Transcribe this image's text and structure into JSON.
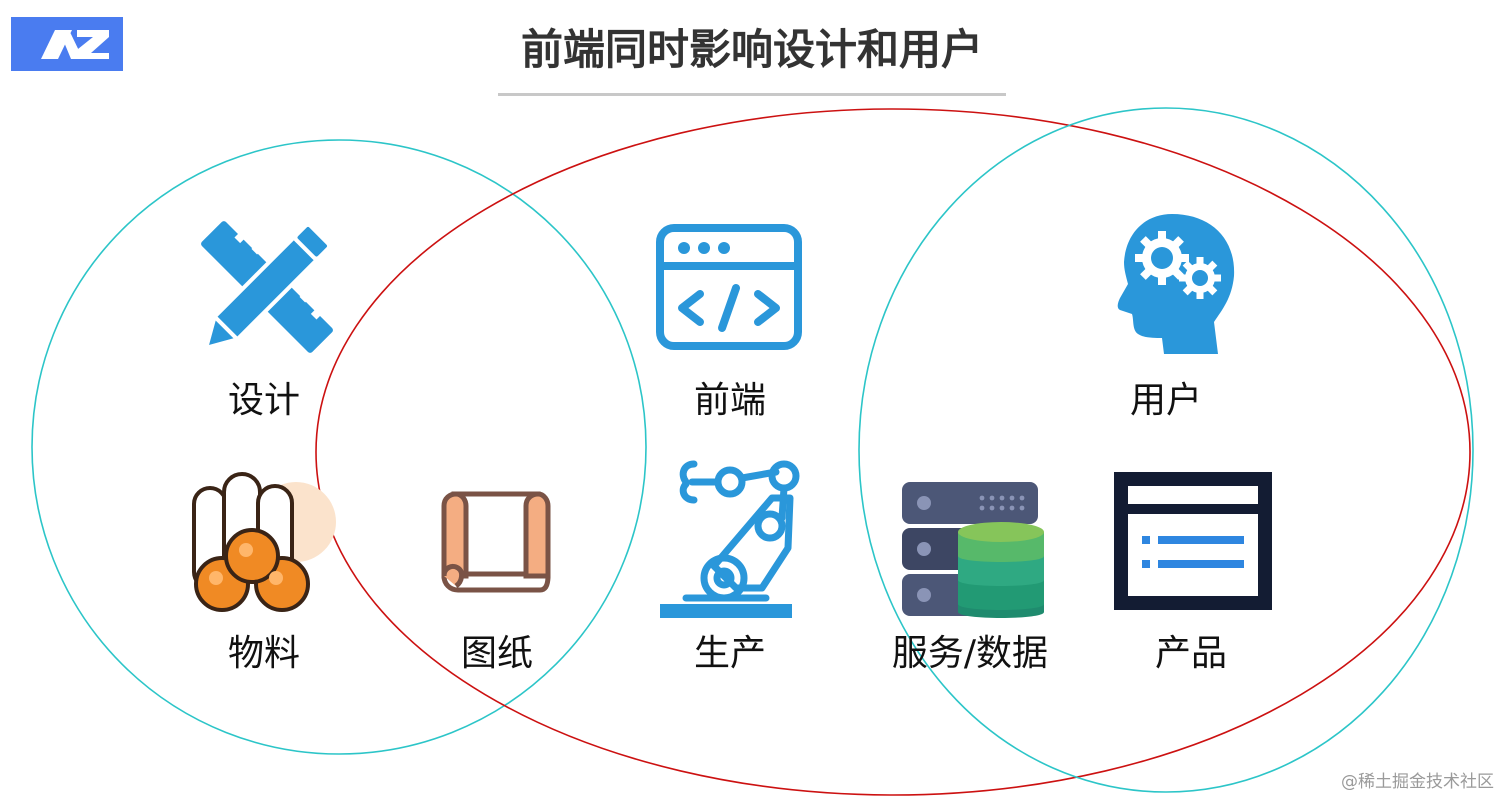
{
  "title": "前端同时影响设计和用户",
  "logo_icon": "az-logo-icon",
  "colors": {
    "logo_bg": "#4a7cf0",
    "icon_blue": "#2a97da",
    "circle_cyan": "#2cc5c8",
    "ellipse_red": "#cc1111",
    "material_orange": "#f08a24",
    "paper_brown": "#7a5346",
    "server_slate": "#4c5777",
    "db_green": "#2fa982",
    "product_navy": "#131c33"
  },
  "items": {
    "design": {
      "label": "设计",
      "icon": "pencil-ruler-icon"
    },
    "frontend": {
      "label": "前端",
      "icon": "code-window-icon"
    },
    "user": {
      "label": "用户",
      "icon": "head-gears-icon"
    },
    "materials": {
      "label": "物料",
      "icon": "material-rolls-icon"
    },
    "blueprint": {
      "label": "图纸",
      "icon": "paper-scroll-icon"
    },
    "production": {
      "label": "生产",
      "icon": "robot-arm-icon"
    },
    "service": {
      "label": "服务/数据",
      "icon": "server-database-icon"
    },
    "product": {
      "label": "产品",
      "icon": "product-window-icon"
    }
  },
  "watermark": "@稀土掘金技术社区"
}
